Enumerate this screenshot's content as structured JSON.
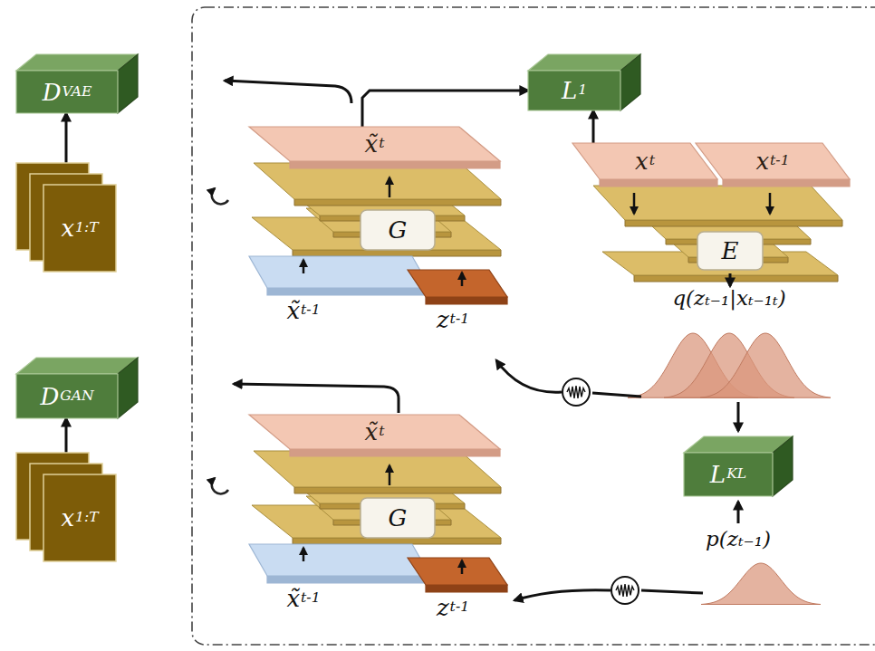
{
  "diagram": {
    "nodes": [
      {
        "text": [
          "DVAE"
        ]
      },
      {
        "text": [
          "x1:T"
        ]
      },
      {
        "text": [
          "DGAN"
        ]
      },
      {
        "text": [
          "x1:T"
        ]
      },
      {
        "text": [
          "x̃t"
        ]
      },
      {
        "text": [
          "G"
        ]
      },
      {
        "text": [
          "x̃t-1"
        ]
      },
      {
        "text": [
          "zt-1"
        ]
      },
      {
        "text": [
          "L1"
        ]
      },
      {
        "text": [
          "xt"
        ]
      },
      {
        "text": [
          "xt-1"
        ]
      },
      {
        "text": [
          "E"
        ]
      },
      {
        "text": [
          "LKL"
        ]
      },
      {
        "text": [
          "x̃t"
        ]
      },
      {
        "text": [
          "G"
        ]
      },
      {
        "text": [
          "x̃t-1"
        ]
      },
      {
        "text": [
          "zt-1"
        ]
      }
    ],
    "edges": [
      {
        "from": 1,
        "to": 0,
        "arrow": "to"
      },
      {
        "from": 3,
        "to": 2,
        "arrow": "to"
      },
      {
        "from": 9,
        "to": 8,
        "arrow": "to"
      },
      {
        "from": 4,
        "to": 8,
        "arrow": "to"
      }
    ],
    "labels": [
      "q(zₜ₋₁|xₜ₋₁ₜ)",
      "p(zₜ₋₁)"
    ]
  }
}
